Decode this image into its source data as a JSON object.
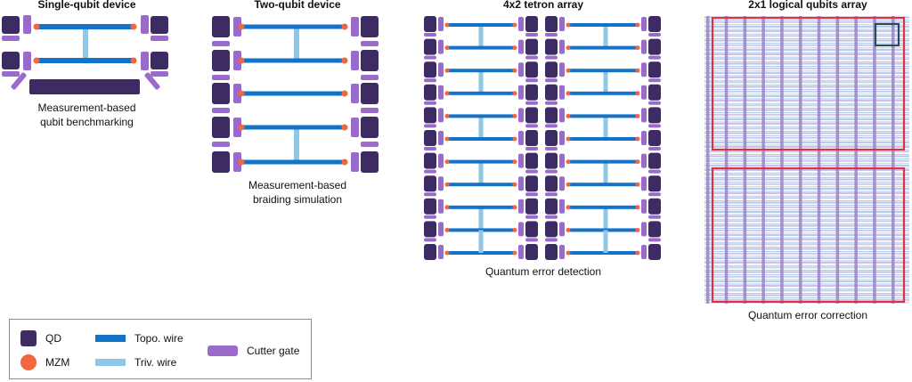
{
  "panels": [
    {
      "title": "Single-qubit device",
      "caption": [
        "Measurement-based",
        "qubit benchmarking"
      ]
    },
    {
      "title": "Two-qubit device",
      "caption": [
        "Measurement-based",
        "braiding simulation"
      ]
    },
    {
      "title": "4x2 tetron array",
      "caption": [
        "Quantum error detection"
      ]
    },
    {
      "title": "2x1 logical qubits array",
      "caption": [
        "Quantum error correction"
      ]
    }
  ],
  "legend": {
    "qd": "QD",
    "mzm": "MZM",
    "topo": "Topo. wire",
    "triv": "Triv. wire",
    "cutter": "Cutter gate"
  },
  "colors": {
    "qd": "#3d2b63",
    "mzm": "#f4663f",
    "topo": "#1273c8",
    "triv": "#8fc7e6",
    "cutter": "#9b6bcc",
    "logical_box": "#e0313e",
    "highlight_box": "#2d4a5a"
  }
}
